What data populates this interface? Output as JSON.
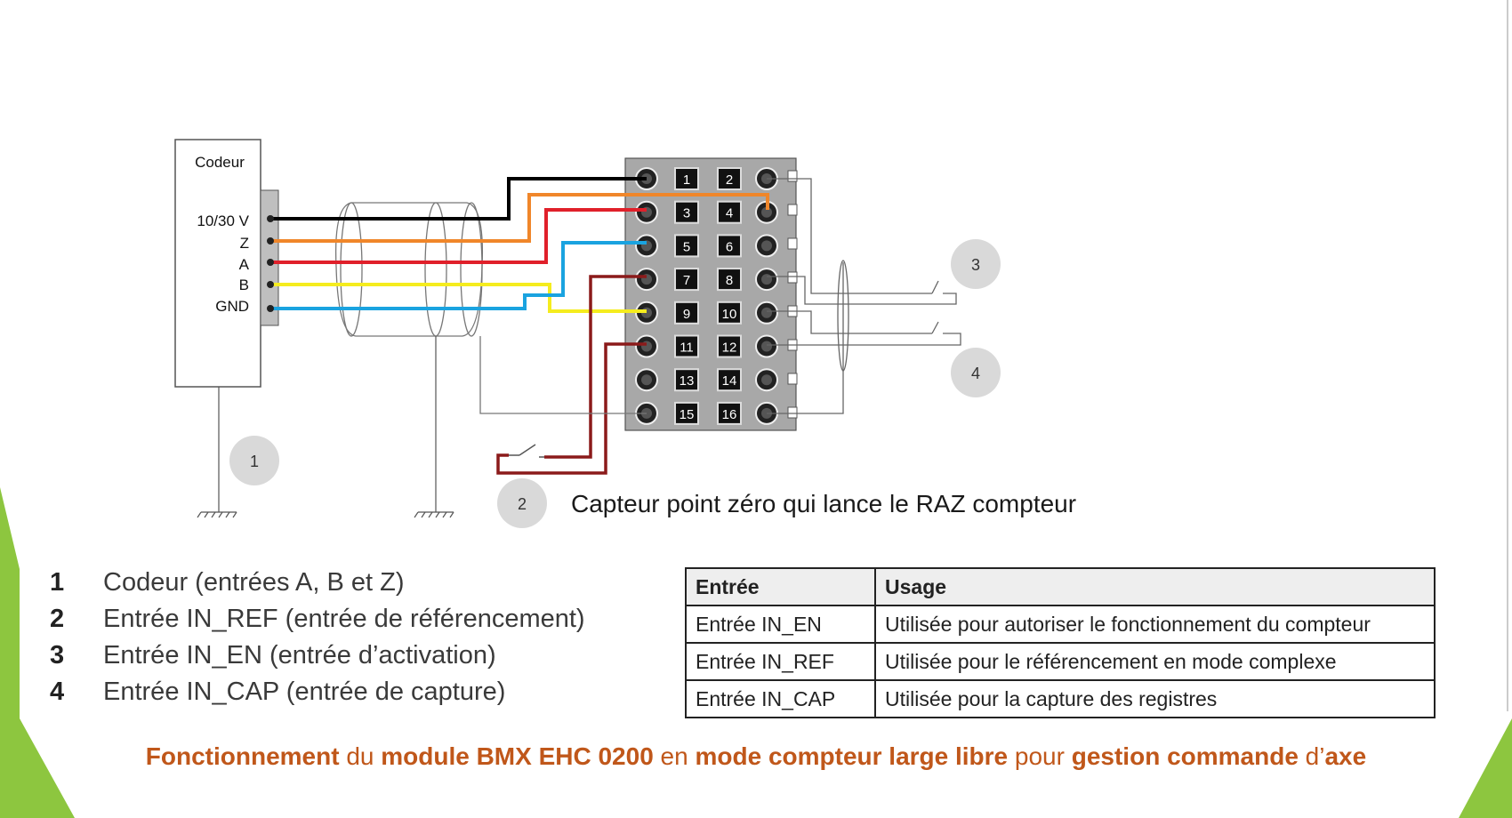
{
  "diagram": {
    "encoder_label": "Codeur",
    "encoder_pins": [
      "10/30 V",
      "Z",
      "A",
      "B",
      "GND"
    ],
    "terminal_numbers": [
      "1",
      "2",
      "3",
      "4",
      "5",
      "6",
      "7",
      "8",
      "9",
      "10",
      "11",
      "12",
      "13",
      "14",
      "15",
      "16"
    ],
    "callouts": [
      "1",
      "2",
      "3",
      "4"
    ],
    "sensor_text": "Capteur point zéro qui lance le RAZ compteur",
    "wire_colors": {
      "supply": "#000000",
      "z": "#f0862a",
      "a": "#e0202a",
      "b": "#f5ec1e",
      "gnd": "#1aa3e0",
      "ref": "#8b1a1a"
    }
  },
  "legend": [
    {
      "num": "1",
      "text": "Codeur (entrées A, B et Z)"
    },
    {
      "num": "2",
      "text": "Entrée IN_REF (entrée de référencement)"
    },
    {
      "num": "3",
      "text": "Entrée IN_EN (entrée d’activation)"
    },
    {
      "num": "4",
      "text": "Entrée IN_CAP (entrée de capture)"
    }
  ],
  "table": {
    "headers": [
      "Entrée",
      "Usage"
    ],
    "rows": [
      [
        "Entrée IN_EN",
        "Utilisée pour autoriser le fonctionnement du compteur"
      ],
      [
        "Entrée IN_REF",
        "Utilisée pour le référencement en mode complexe"
      ],
      [
        "Entrée IN_CAP",
        "Utilisée pour la capture des registres"
      ]
    ]
  },
  "caption": {
    "parts": [
      {
        "t": "Fonctionnement",
        "b": true
      },
      {
        "t": " du ",
        "b": false
      },
      {
        "t": "module BMX EHC 0200",
        "b": true
      },
      {
        "t": " en ",
        "b": false
      },
      {
        "t": "mode compteur large libre",
        "b": true
      },
      {
        "t": " pour ",
        "b": false
      },
      {
        "t": "gestion commande",
        "b": true
      },
      {
        "t": " d’",
        "b": false
      },
      {
        "t": "axe",
        "b": true
      }
    ]
  },
  "theme": {
    "accent_green": "#8dc63f",
    "caption_color": "#c0571a"
  }
}
